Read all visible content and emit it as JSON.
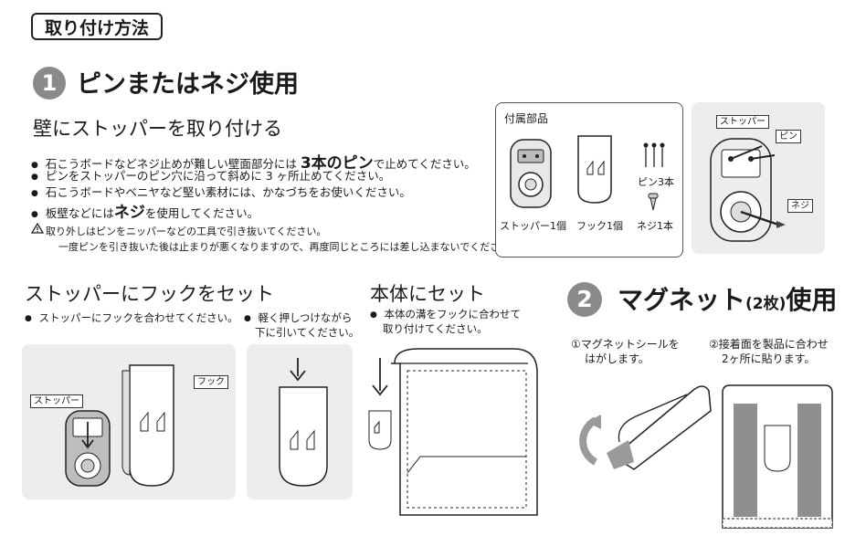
{
  "header": {
    "badge": "取り付け方法"
  },
  "section1": {
    "number": "1",
    "title": "ピンまたはネジ使用",
    "subtitle": "壁にストッパーを取り付ける",
    "bullets": [
      {
        "pre": "石こうボードなどネジ止めが難しい壁面部分には ",
        "em": "3本のピン",
        "post": "で止めてください。"
      },
      {
        "text": "ピンをストッパーのピン穴に沿って斜めに 3 ヶ所止めてください。"
      },
      {
        "text": "石こうボードやベニヤなど堅い素材には、かなづちをお使いください。"
      },
      {
        "pre": "板壁などには",
        "em": "ネジ",
        "post": "を使用してください。"
      }
    ],
    "warning_line1": "取り外しはピンをニッパーなどの工具で引き抜いてください。",
    "warning_line2": "一度ピンを引き抜いた後は止まりが悪くなりますので、再度同じところには差し込まないでください。"
  },
  "accessories": {
    "title": "付属部品",
    "stopper": "ストッパー1個",
    "hook": "フック1個",
    "pin": "ピン3本",
    "screw": "ネジ1本"
  },
  "install_diagram": {
    "stopper": "ストッパー",
    "pin": "ピン",
    "screw": "ネジ"
  },
  "hook_section": {
    "title": "ストッパーにフックをセット",
    "bullet1": "ストッパーにフックを合わせてください。",
    "bullet2_line1": "軽く押しつけながら",
    "bullet2_line2": "下に引いてください。",
    "label_stopper": "ストッパー",
    "label_hook": "フック"
  },
  "body_section": {
    "title": "本体にセット",
    "line1": "本体の溝をフックに合わせて",
    "line2": "取り付けてください。"
  },
  "section2": {
    "number": "2",
    "title": "マグネット",
    "title_paren": "(2枚)",
    "title_suffix": "使用",
    "step1_line1": "①マグネットシールを",
    "step1_line2": "はがします。",
    "step2_line1": "②接着面を製品に合わせ",
    "step2_line2": "2ヶ所に貼ります。"
  }
}
